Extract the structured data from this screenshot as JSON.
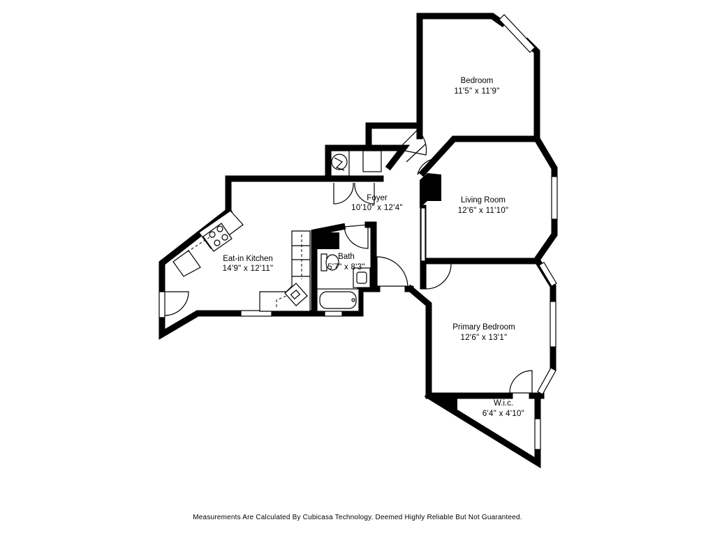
{
  "rooms": {
    "bedroom": {
      "name": "Bedroom",
      "dims": "11'5\" x 11'9\""
    },
    "living_room": {
      "name": "Living Room",
      "dims": "12'6\" x 11'10\""
    },
    "foyer": {
      "name": "Foyer",
      "dims": "10'10\" x 12'4\""
    },
    "kitchen": {
      "name": "Eat-in Kitchen",
      "dims": "14'9\" x 12'11\""
    },
    "bath": {
      "name": "Bath",
      "dims": "5'7\" x 8'3\""
    },
    "primary_bedroom": {
      "name": "Primary Bedroom",
      "dims": "12'6\" x 13'1\""
    },
    "wic": {
      "name": "W.i.c.",
      "dims": "6'4\" x 4'10\""
    }
  },
  "footer": {
    "disclaimer": "Measurements Are Calculated By Cubicasa Technology. Deemed Highly Reliable But Not Guaranteed."
  }
}
